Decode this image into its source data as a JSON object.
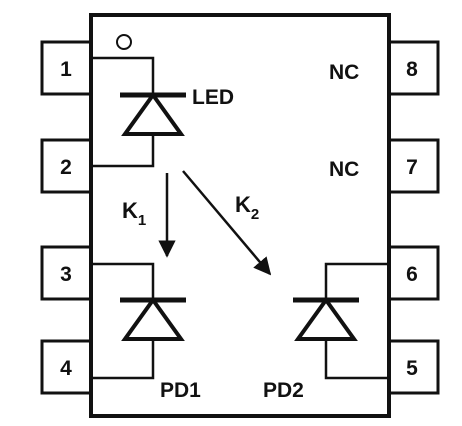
{
  "colors": {
    "ink": "#111111",
    "background": "#ffffff"
  },
  "package": {
    "pin1_marker": "pin-1-dot-icon"
  },
  "pins": {
    "p1": "1",
    "p2": "2",
    "p3": "3",
    "p4": "4",
    "p5": "5",
    "p6": "6",
    "p7": "7",
    "p8": "8"
  },
  "labels": {
    "led": "LED",
    "nc_top": "NC",
    "nc_bottom": "NC",
    "pd1": "PD1",
    "pd2": "PD2",
    "k1_main": "K",
    "k1_sub": "1",
    "k2_main": "K",
    "k2_sub": "2"
  }
}
